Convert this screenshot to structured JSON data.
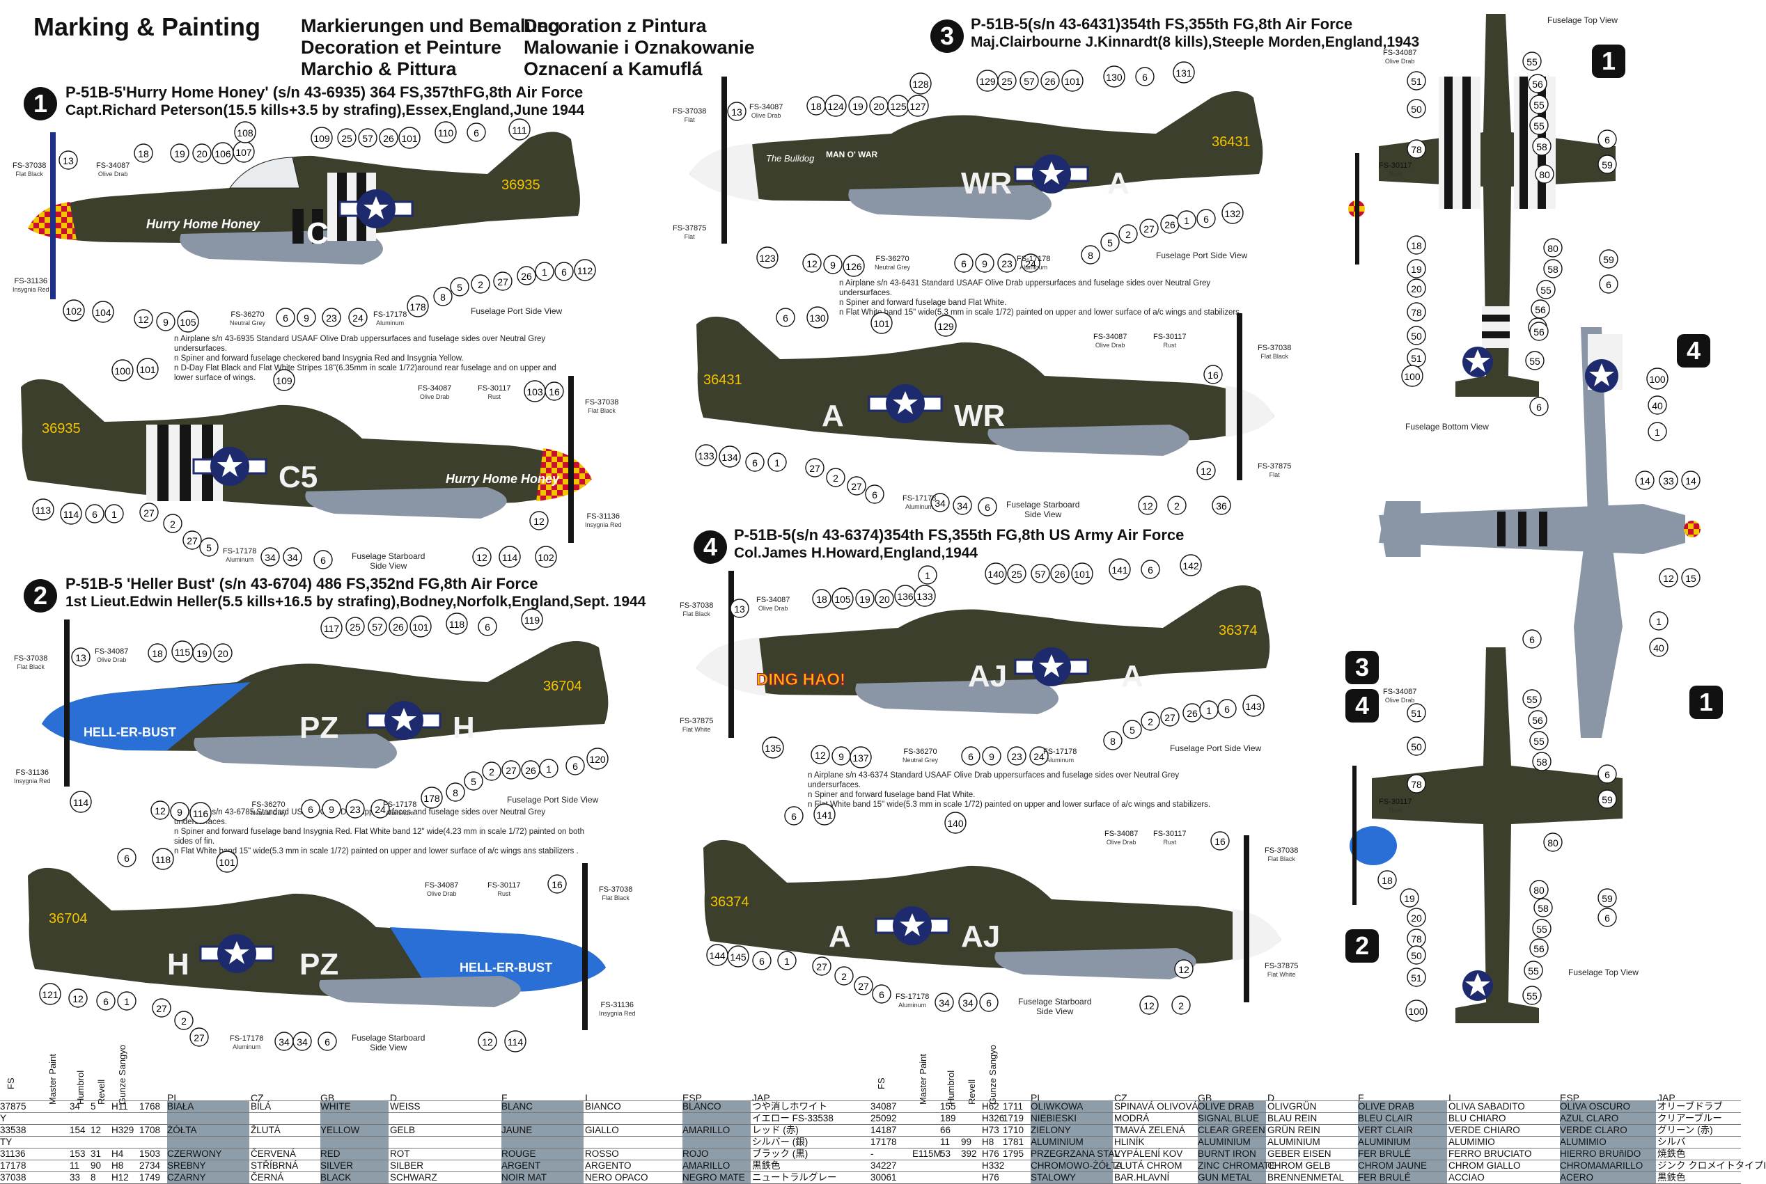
{
  "titles": {
    "main": "Marking & Painting",
    "col1": [
      "Markierungen und Bemalung",
      "Decoration et Peinture",
      "Marchio & Pittura"
    ],
    "col2": [
      "Decoration z Pintura",
      "Malowanie i Oznakowanie",
      "Oznacení a Kamuflá"
    ]
  },
  "schemes": [
    {
      "n": "1",
      "line1": "P-51B-5'Hurry Home Honey' (s/n 43-6935) 364 FS,357thFG,8th Air Force",
      "line2": "Capt.Richard Peterson(15.5 kills+3.5 by strafing),Essex,England,June 1944",
      "notes": [
        "n Airplane s/n 43-6935 Standard USAAF Olive Drab uppersurfaces and fuselage sides over Neutral Grey undersurfaces.",
        "n Spiner and forward fuselage checkered band Insygnia Red and Insygnia Yellow.",
        "n D-Day Flat Black and Flat White Stripes 18\"(6.35mm in scale 1/72)around rear fuselage and on upper and lower surface of wings."
      ],
      "serial": "36935",
      "nose_art": "Hurry Home Honey",
      "code_port": "C",
      "code_stbd": "C5"
    },
    {
      "n": "2",
      "line1": "P-51B-5 'Heller Bust' (s/n 43-6704) 486 FS,352nd FG,8th  Air Force",
      "line2": "1st Lieut.Edwin Heller(5.5 kills+16.5 by strafing),Bodney,Norfolk,England,Sept. 1944",
      "notes": [
        "n Airplane s/n 43-6785 Standard USAAF Olive Drab uppersurfaces and fuselage sides over Neutral Grey undersurfaces.",
        "n Spiner and forward fuselage band Insygnia Red. Flat White band 12\" wide(4.23 mm in scale 1/72) painted on both sides of fin.",
        "n Flat White band 15\" wide(5.3 mm in scale 1/72) painted on upper and lower surface of a/c wings ans stabilizers ."
      ],
      "serial": "36704",
      "nose_art": "HELL-ER-BUST",
      "code_port": "PZ",
      "code_stbd": "PZ",
      "letter": "H"
    },
    {
      "n": "3",
      "line1": "P-51B-5(s/n 43-6431)354th FS,355th FG,8th Air Force",
      "line2": "Maj.Clairbourne J.Kinnardt(8 kills),Steeple Morden,England,1943",
      "notes": [
        "n Airplane s/n 43-6431 Standard USAAF Olive Drab uppersurfaces and fuselage sides over Neutral Grey undersurfaces.",
        "n Spiner and forward fuselage band Flat White.",
        "n Flat White band 15\" wide(5.3 mm in scale 1/72) painted on upper and lower surface of a/c wings and stabilizers."
      ],
      "serial": "36431",
      "nose_art": "MAN O' WAR",
      "nose_art2": "The Bulldog",
      "code_port": "WR",
      "letter": "A"
    },
    {
      "n": "4",
      "line1": "P-51B-5(s/n 43-6374)354th FS,355th FG,8th US Army Air Force",
      "line2": "Col.James H.Howard,England,1944",
      "notes": [
        "n Airplane s/n 43-6374 Standard USAAF Olive Drab uppersurfaces and fuselage sides over Neutral Grey undersurfaces.",
        "n Spiner and forward fuselage band Flat White.",
        "n Flat White band 15\" wide(5.3 mm in scale 1/72) painted on upper and lower surface of a/c wings and stabilizers."
      ],
      "serial": "36374",
      "nose_art": "DING HAO!",
      "code_port": "AJ",
      "letter": "A"
    }
  ],
  "views": {
    "port": "Fuselage Port Side View",
    "stbd": [
      "Fuselage Starboard",
      "Side View"
    ],
    "top": "Fuselage Top View",
    "bottom": "Fuselage Bottom View"
  },
  "paints": {
    "FS-37038": "Flat Black",
    "FS-34087": "Olive Drab",
    "FS-31136": "Insygnia Red",
    "FS-36270": "Neutral Grey",
    "FS-17178": "Aluminum",
    "FS-30117": "Rust",
    "FS-37875": "Flat",
    "FS-37875w": "Flat White"
  },
  "table": {
    "headers": [
      "FS",
      "Master Paint",
      "Humbrol",
      "Revell",
      "Gunze Sangyo",
      "PL",
      "CZ",
      "GB",
      "D",
      "F",
      "I",
      "ESP",
      "JAP"
    ],
    "left": [
      [
        "37875",
        "",
        "34",
        "5",
        "H11",
        "1768",
        "BIAŁA",
        "BÍLÁ",
        "WHITE",
        "WEISS",
        "BLANC",
        "BIANCO",
        "BLANCO",
        "つや消しホワイト"
      ],
      [
        "Y",
        "",
        "",
        "",
        "",
        "",
        "",
        "",
        "",
        "",
        "",
        "",
        "",
        "イエロー FS-33538"
      ],
      [
        "33538",
        "",
        "154",
        "12",
        "H329",
        "1708",
        "ŻÓŁTA",
        "ŽLUTÁ",
        "YELLOW",
        "GELB",
        "JAUNE",
        "GIALLO",
        "AMARILLO",
        "レッド (赤)"
      ],
      [
        "TY",
        "",
        "",
        "",
        "",
        "",
        "",
        "",
        "",
        "",
        "",
        "",
        "",
        "シルバー (銀)"
      ],
      [
        "31136",
        "",
        "153",
        "31",
        "H4",
        "1503",
        "CZERWONY",
        "ČERVENÁ",
        "RED",
        "ROT",
        "ROUGE",
        "ROSSO",
        "ROJO",
        "ブラック (黒)"
      ],
      [
        "17178",
        "",
        "11",
        "90",
        "H8",
        "2734",
        "SREBNY",
        "STŘÍBRNÁ",
        "SILVER",
        "SILBER",
        "ARGENT",
        "ARGENTO",
        "AMARILLO",
        "黒鉄色"
      ],
      [
        "37038",
        "",
        "33",
        "8",
        "H12",
        "1749",
        "CZARNY",
        "ČERNÁ",
        "BLACK",
        "SCHWARZ",
        "NOIR MAT",
        "NERO OPACO",
        "NEGRO MATE",
        "ニュートラルグレー"
      ]
    ],
    "right": [
      [
        "34087",
        "",
        "155",
        "",
        "H62",
        "1711",
        "OLIWKOWA",
        "SPINAVÁ OLIVOVÁ",
        "OLIVE DRAB",
        "OLIVGRÜN",
        "OLIVE DRAB",
        "OLIVA SABADITO",
        "OLIVA OSCURO",
        "オリーブドラブ"
      ],
      [
        "25092",
        "",
        "189",
        "",
        "H326",
        "1719",
        "NIEBIESKI",
        "MODRÁ",
        "SIGNAL BLUE",
        "BLAU REIN",
        "BLEU CLAIR",
        "BLU CHIARO",
        "AZUL CLARO",
        "クリアーブルー"
      ],
      [
        "14187",
        "",
        "66",
        "",
        "H73",
        "1710",
        "ZIELONY",
        "TMAVÁ ZELENÁ",
        "CLEAR GREEN",
        "GRÜN REIN",
        "VERT CLAIR",
        "VERDE CHIARO",
        "VERDE CLARO",
        "グリーン (赤)"
      ],
      [
        "17178",
        "",
        "11",
        "99",
        "H8",
        "1781",
        "ALUMINIUM",
        "HLINÍK",
        "ALUMINIUM",
        "ALUMINIUM",
        "ALUMINIUM",
        "ALUMIMIO",
        "ALUMIMIO",
        "シルバ"
      ],
      [
        "-",
        "E115M",
        "53",
        "392",
        "H76",
        "1795",
        "PRZEGRZANA STAL",
        "VYPÁLENÍ KOV",
        "BURNT IRON",
        "GEBER EISEN",
        "FER BRULÉ",
        "FERRO BRUCIATO",
        "HIERRO BRUñIDO",
        "焼鉄色"
      ],
      [
        "34227",
        "",
        "",
        "",
        "H332",
        "",
        "CHROMOWO-ŻÓŁTA",
        "ZLUTÁ CHROM",
        "ZINC CHROMATE",
        "CHROM GELB",
        "CHROM JAUNE",
        "CHROM GIALLO",
        "CHROMAMARILLO",
        "ジンク クロメイトタイプI"
      ],
      [
        "30061",
        "",
        "",
        "",
        "H76",
        "",
        "STALOWY",
        "BAR.HLAVNÍ",
        "GUN METAL",
        "BRENNENMETAL",
        "FER BRULÉ",
        "ACCIAO",
        "ACERO",
        "黒鉄色"
      ]
    ]
  },
  "colors": {
    "olive": "#3b3f2c",
    "grey": "#8a96a6",
    "red": "#c8102e",
    "yellow": "#f5c400",
    "blue": "#2a6fd6",
    "white": "#f2f2f2",
    "black": "#151515"
  }
}
